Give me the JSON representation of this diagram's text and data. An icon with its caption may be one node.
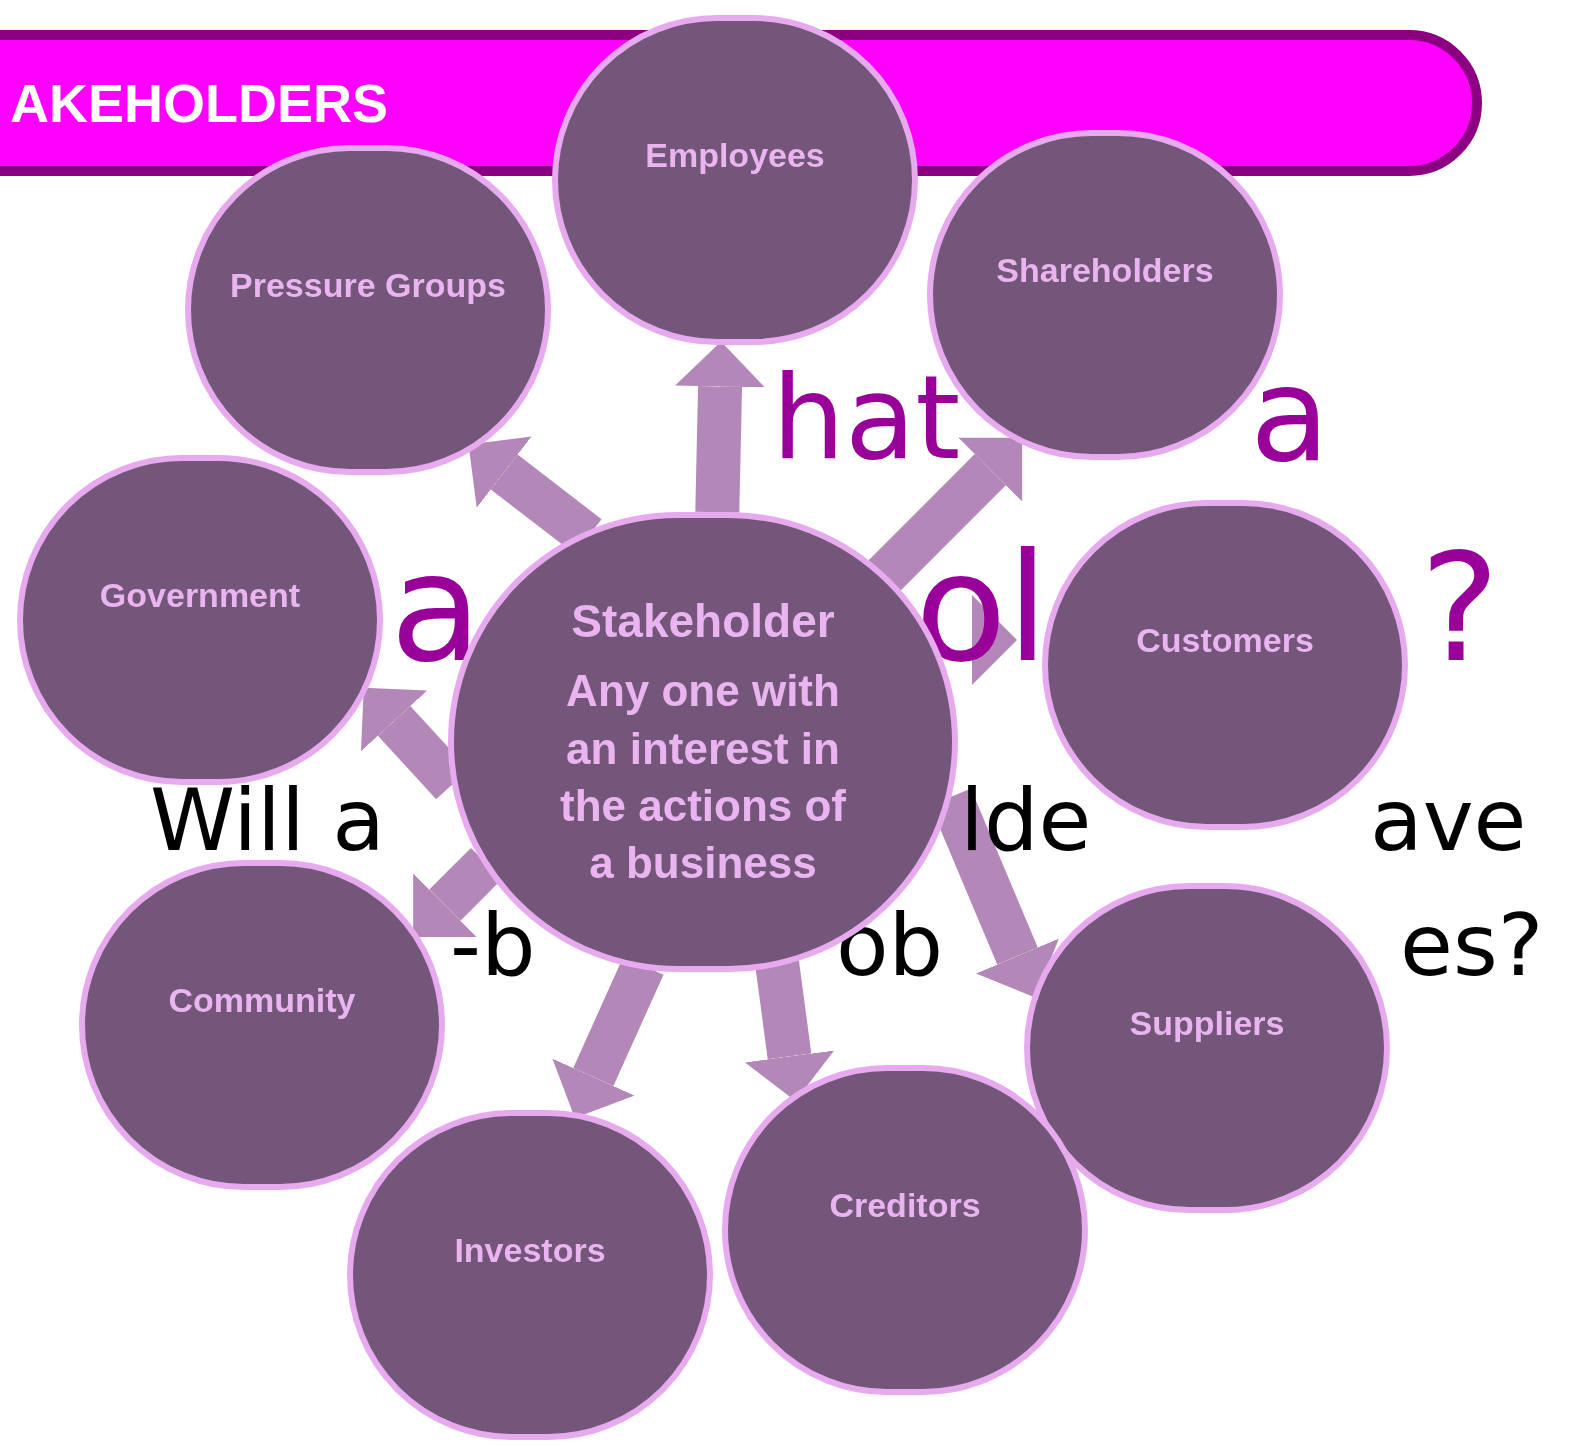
{
  "diagram": {
    "title": "AKEHOLDERS",
    "nodes": [
      {
        "text": [
          "Employees"
        ]
      },
      {
        "text": [
          "Pressure Groups"
        ]
      },
      {
        "text": [
          "Shareholders"
        ]
      },
      {
        "text": [
          "Government"
        ]
      },
      {
        "text": [
          "Stakeholder",
          "Any one with an interest in the actions of a business"
        ]
      },
      {
        "text": [
          "Customers"
        ]
      },
      {
        "text": [
          "Community"
        ]
      },
      {
        "text": [
          "Suppliers"
        ]
      },
      {
        "text": [
          "Creditors"
        ]
      },
      {
        "text": [
          "Investors"
        ]
      }
    ],
    "edges": [
      {
        "from": 4,
        "to": 0,
        "arrow": "to"
      },
      {
        "from": 4,
        "to": 1,
        "arrow": "to"
      },
      {
        "from": 4,
        "to": 2,
        "arrow": "to"
      },
      {
        "from": 4,
        "to": 3,
        "arrow": "to"
      },
      {
        "from": 4,
        "to": 5,
        "arrow": "to"
      },
      {
        "from": 4,
        "to": 6,
        "arrow": "to"
      },
      {
        "from": 4,
        "to": 7,
        "arrow": "to"
      },
      {
        "from": 4,
        "to": 8,
        "arrow": "to"
      },
      {
        "from": 4,
        "to": 9,
        "arrow": "to"
      }
    ],
    "labels": [
      "hat",
      "a",
      "a",
      "ol",
      "?",
      "Will a",
      "lde",
      "ave",
      "-b",
      "ob",
      "es?"
    ]
  }
}
